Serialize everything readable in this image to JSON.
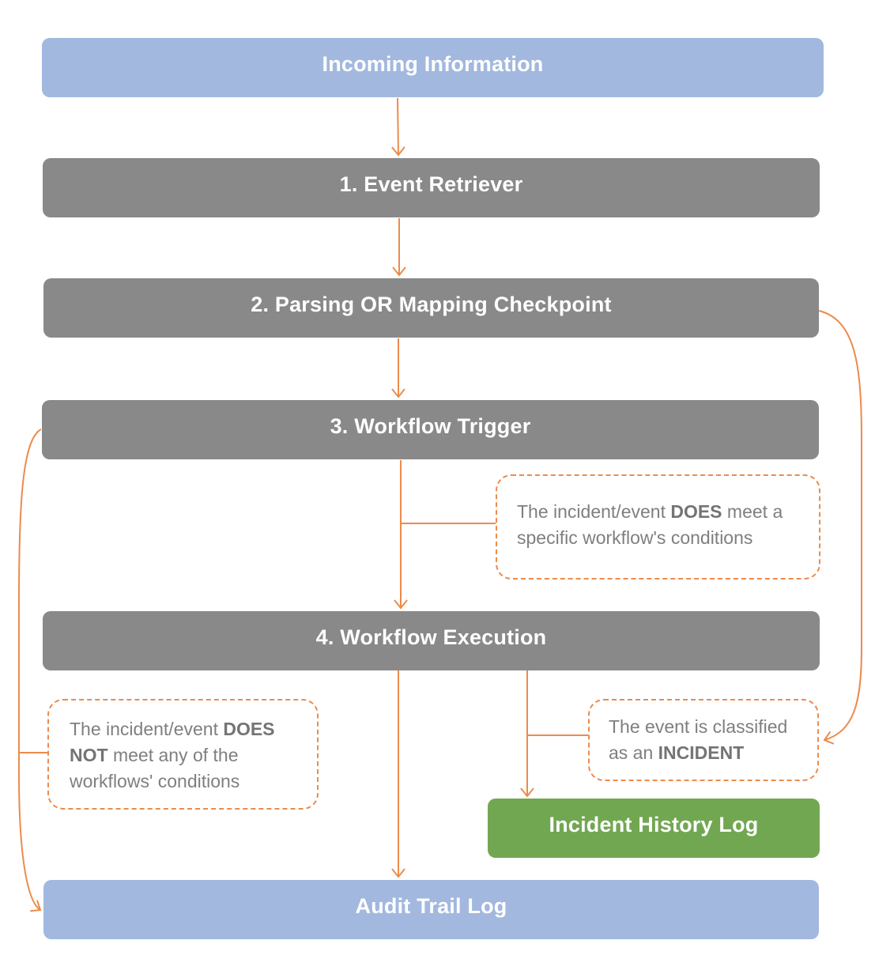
{
  "colors": {
    "terminal": "#a2b8de",
    "step": "#898989",
    "incident_log": "#72a752",
    "arrow": "#ec8b4c",
    "note_text": "#7f7f7f"
  },
  "nodes": {
    "incoming": "Incoming Information",
    "step1": "1. Event Retriever",
    "step2": "2. Parsing OR Mapping Checkpoint",
    "step3": "3. Workflow Trigger",
    "step4": "4. Workflow Execution",
    "incident_log": "Incident History Log",
    "audit_log": "Audit Trail Log"
  },
  "notes": {
    "meets": {
      "before": "The incident/event ",
      "bold": "DOES",
      "after": " meet a specific workflow's conditions"
    },
    "not_meets": {
      "before": "The incident/event ",
      "bold": "DOES NOT",
      "after": " meet any of the workflows' conditions"
    },
    "classified": {
      "before": "The event is classified as an ",
      "bold": "INCIDENT",
      "after": ""
    }
  }
}
